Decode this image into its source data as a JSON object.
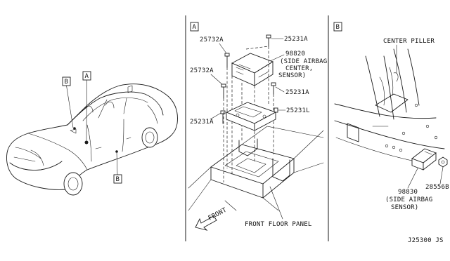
{
  "panel_a": {
    "label": "A",
    "parts": {
      "bolt_upper": "25732A",
      "screw_upper": "25231A",
      "sensor_no": "98820",
      "sensor_desc_1": "(SIDE AIRBAG",
      "sensor_desc_2": "CENTER,",
      "sensor_desc_3": "SENSOR)",
      "bolt_left": "25732A",
      "screw_right": "25231A",
      "screw_left": "25231A",
      "screw_lower": "25231L"
    },
    "front_label": "FRONT",
    "floor_label": "FRONT FLOOR PANEL"
  },
  "panel_b": {
    "label": "B",
    "pillar_label": "CENTER PILLER",
    "sensor_no": "98830",
    "sensor_desc_1": "(SIDE AIRBAG",
    "sensor_desc_2": "SENSOR)",
    "clip_no": "28556B"
  },
  "car_callouts": {
    "callout_b_top": "B",
    "callout_a": "A",
    "callout_b_bottom": "B"
  },
  "diagram_code": "J25300 JS"
}
